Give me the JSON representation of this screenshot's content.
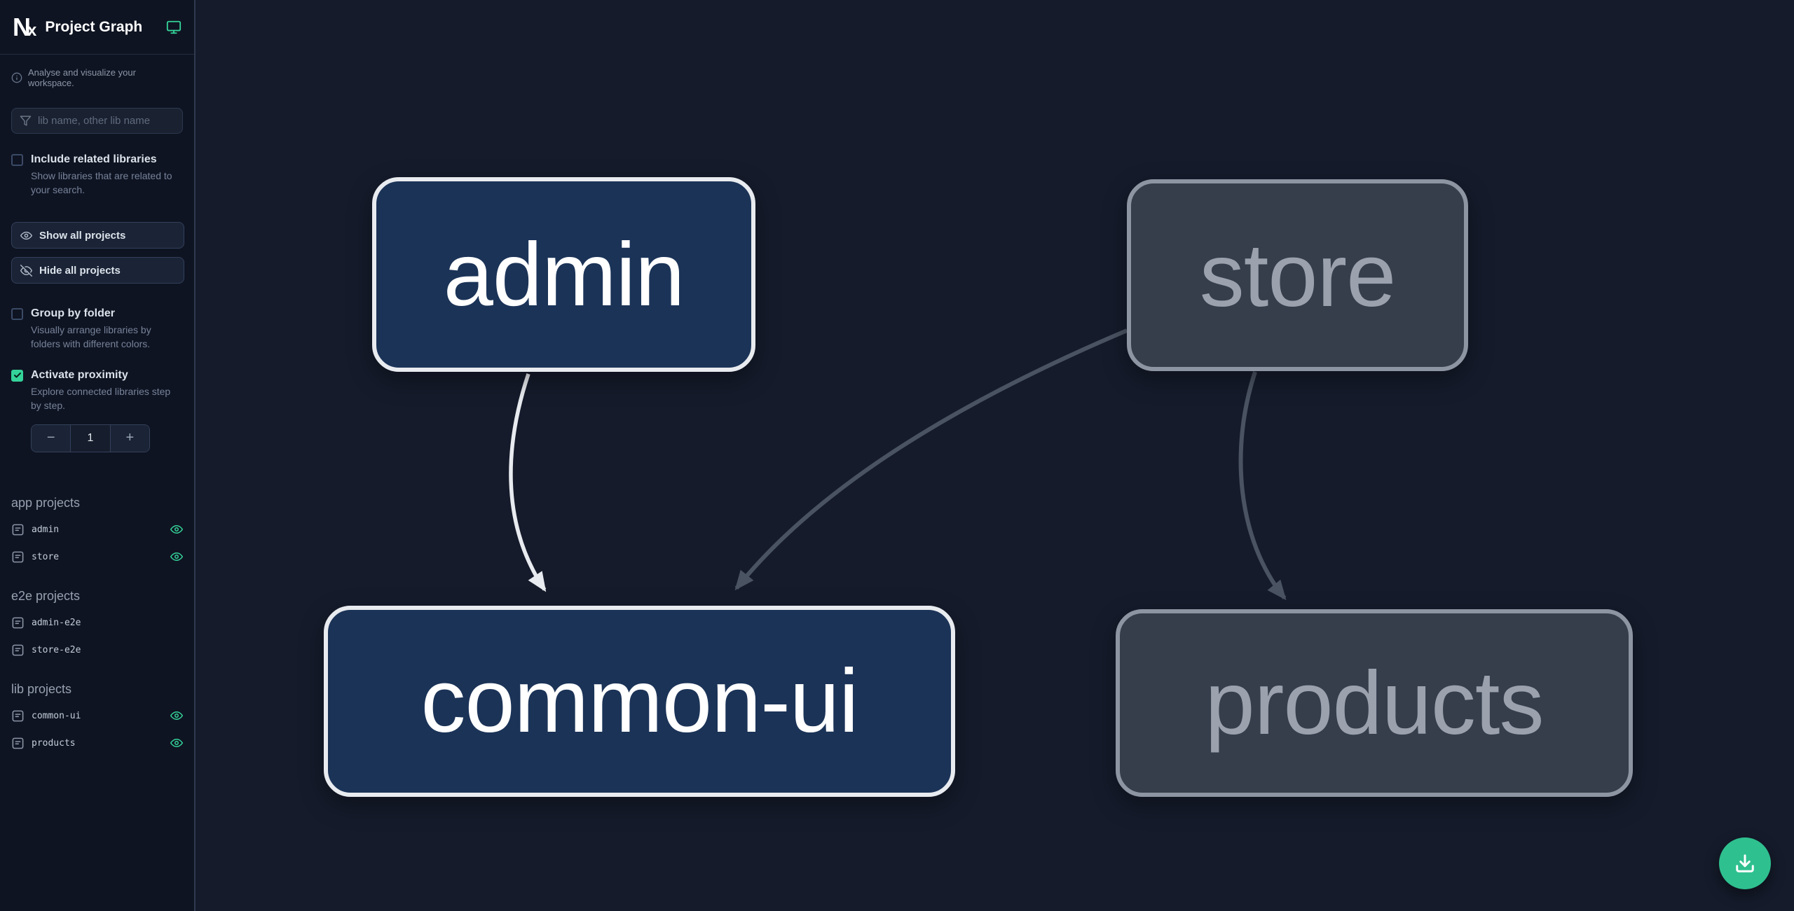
{
  "header": {
    "title": "Project Graph"
  },
  "sidebar": {
    "tagline": "Analyse and visualize your workspace.",
    "search_placeholder": "lib name, other lib name",
    "include_related": {
      "label": "Include related libraries",
      "desc": "Show libraries that are related to your search.",
      "checked": false
    },
    "buttons": {
      "show_all": "Show all projects",
      "hide_all": "Hide all projects"
    },
    "group_by_folder": {
      "label": "Group by folder",
      "desc": "Visually arrange libraries by folders with different colors.",
      "checked": false
    },
    "activate_proximity": {
      "label": "Activate proximity",
      "desc": "Explore connected libraries step by step.",
      "checked": true
    },
    "stepper": {
      "decrement": "−",
      "value": "1",
      "increment": "+"
    },
    "sections": [
      {
        "title": "app projects",
        "items": [
          {
            "label": "admin",
            "visible": true
          },
          {
            "label": "store",
            "visible": true
          }
        ]
      },
      {
        "title": "e2e projects",
        "items": [
          {
            "label": "admin-e2e",
            "visible": false
          },
          {
            "label": "store-e2e",
            "visible": false
          }
        ]
      },
      {
        "title": "lib projects",
        "items": [
          {
            "label": "common-ui",
            "visible": true
          },
          {
            "label": "products",
            "visible": true
          }
        ]
      }
    ]
  },
  "graph": {
    "nodes": [
      {
        "id": "admin",
        "label": "admin",
        "state": "focused"
      },
      {
        "id": "store",
        "label": "store",
        "state": "dimmed"
      },
      {
        "id": "common-ui",
        "label": "common-ui",
        "state": "focused"
      },
      {
        "id": "products",
        "label": "products",
        "state": "dimmed"
      }
    ],
    "edges": [
      {
        "from": "admin",
        "to": "common-ui",
        "state": "focused"
      },
      {
        "from": "store",
        "to": "common-ui",
        "state": "dimmed"
      },
      {
        "from": "store",
        "to": "products",
        "state": "dimmed"
      }
    ]
  },
  "colors": {
    "accent": "#34d399",
    "sidebar_bg": "#0f1422",
    "canvas_bg": "#151b2b",
    "node_focused_fill": "#1b3357",
    "node_focused_border": "#e8ebef",
    "node_dimmed_fill": "#363d4b",
    "node_dimmed_border": "#8e95a2",
    "edge_focused": "#e8ebef",
    "edge_dimmed": "#4a5362"
  }
}
